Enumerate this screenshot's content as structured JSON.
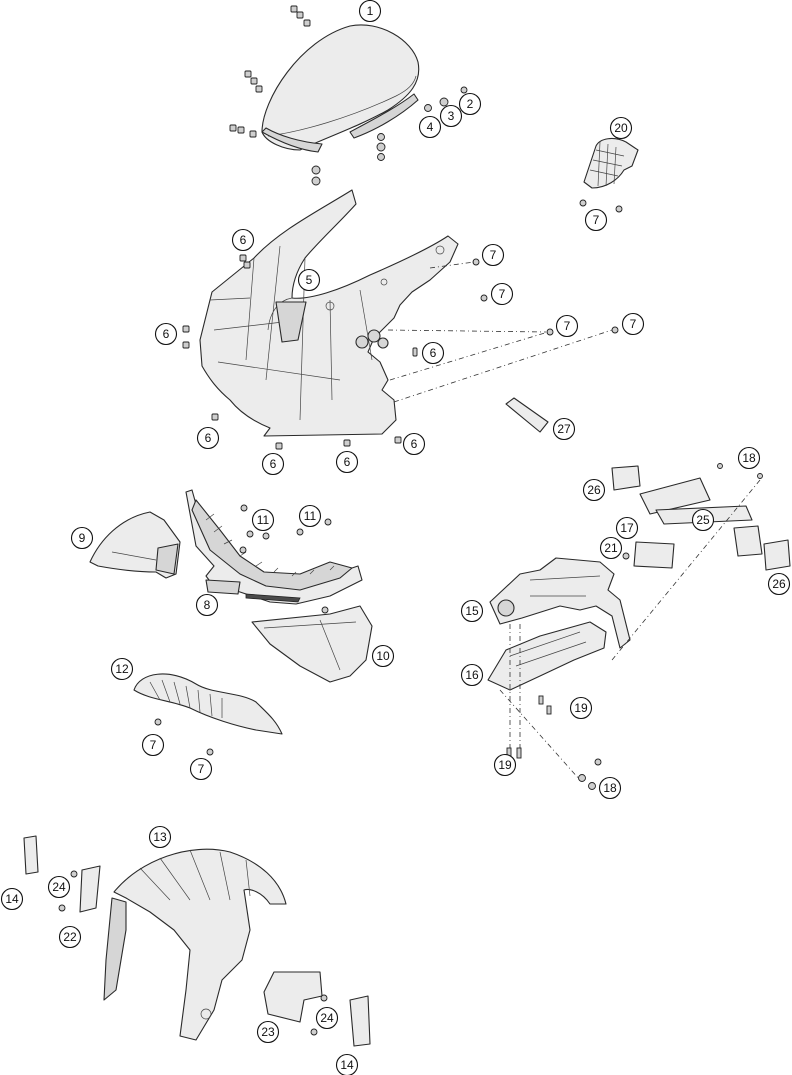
{
  "diagram": {
    "callouts": [
      {
        "id": "c-1",
        "label": "1"
      },
      {
        "id": "c-2",
        "label": "2"
      },
      {
        "id": "c-3",
        "label": "3"
      },
      {
        "id": "c-4",
        "label": "4"
      },
      {
        "id": "c-20",
        "label": "20"
      },
      {
        "id": "c-7a",
        "label": "7"
      },
      {
        "id": "c-6a",
        "label": "6"
      },
      {
        "id": "c-7b",
        "label": "7"
      },
      {
        "id": "c-5",
        "label": "5"
      },
      {
        "id": "c-7c",
        "label": "7"
      },
      {
        "id": "c-7d",
        "label": "7"
      },
      {
        "id": "c-7e",
        "label": "7"
      },
      {
        "id": "c-6b",
        "label": "6"
      },
      {
        "id": "c-6c",
        "label": "6"
      },
      {
        "id": "c-6d",
        "label": "6"
      },
      {
        "id": "c-6e",
        "label": "6"
      },
      {
        "id": "c-6f",
        "label": "6"
      },
      {
        "id": "c-6g",
        "label": "6"
      },
      {
        "id": "c-27",
        "label": "27"
      },
      {
        "id": "c-18a",
        "label": "18"
      },
      {
        "id": "c-26a",
        "label": "26"
      },
      {
        "id": "c-25",
        "label": "25"
      },
      {
        "id": "c-11a",
        "label": "11"
      },
      {
        "id": "c-11b",
        "label": "11"
      },
      {
        "id": "c-9",
        "label": "9"
      },
      {
        "id": "c-17",
        "label": "17"
      },
      {
        "id": "c-21",
        "label": "21"
      },
      {
        "id": "c-26b",
        "label": "26"
      },
      {
        "id": "c-8",
        "label": "8"
      },
      {
        "id": "c-15",
        "label": "15"
      },
      {
        "id": "c-10",
        "label": "10"
      },
      {
        "id": "c-12",
        "label": "12"
      },
      {
        "id": "c-16",
        "label": "16"
      },
      {
        "id": "c-19a",
        "label": "19"
      },
      {
        "id": "c-7f",
        "label": "7"
      },
      {
        "id": "c-7g",
        "label": "7"
      },
      {
        "id": "c-19b",
        "label": "19"
      },
      {
        "id": "c-18b",
        "label": "18"
      },
      {
        "id": "c-13",
        "label": "13"
      },
      {
        "id": "c-14a",
        "label": "14"
      },
      {
        "id": "c-24a",
        "label": "24"
      },
      {
        "id": "c-22",
        "label": "22"
      },
      {
        "id": "c-24b",
        "label": "24"
      },
      {
        "id": "c-23",
        "label": "23"
      },
      {
        "id": "c-14b",
        "label": "14"
      }
    ]
  }
}
